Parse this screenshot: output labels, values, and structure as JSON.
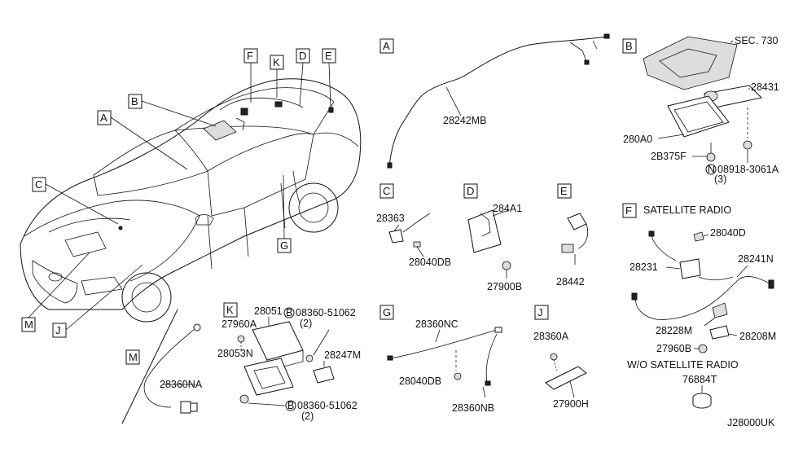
{
  "car_callouts": [
    "A",
    "B",
    "C",
    "D",
    "E",
    "F",
    "G",
    "J",
    "K",
    "M"
  ],
  "section_letters": {
    "A": "A",
    "B": "B",
    "C": "C",
    "D": "D",
    "E": "E",
    "F": "F",
    "G": "G",
    "J": "J",
    "K": "K",
    "M": "M"
  },
  "parts": {
    "p28242MB": "28242MB",
    "sec730": "SEC. 730",
    "p28431": "28431",
    "p280A0": "280A0",
    "p2B375F": "2B375F",
    "n_circle": "N",
    "p08918": "08918-3061A",
    "p08918_qty": "(3)",
    "p28363": "28363",
    "p28040DB_c": "28040DB",
    "p284A1": "284A1",
    "p27900B": "27900B",
    "p28442": "28442",
    "sat_title": "SATELLITE RADIO",
    "p28040D": "28040D",
    "p28231": "28231",
    "p28241N": "28241N",
    "p28228M": "28228M",
    "p27960B": "27960B",
    "p28208M": "28208M",
    "wo_sat": "W/O SATELLITE RADIO",
    "p76884T": "76884T",
    "p28051": "28051",
    "b_circle": "B",
    "p08360_top": "08360-51062",
    "p08360_top_qty": "(2)",
    "p27960A": "27960A",
    "p28053N": "28053N",
    "p28247M": "28247M",
    "p08360_bot": "08360-51062",
    "p08360_bot_qty": "(2)",
    "p28360NA": "28360NA",
    "p28360NC": "28360NC",
    "p28040DB_g": "28040DB",
    "p28360NB": "28360NB",
    "p28360A": "28360A",
    "p27900H": "27900H",
    "drawing_code": "J28000UK"
  }
}
